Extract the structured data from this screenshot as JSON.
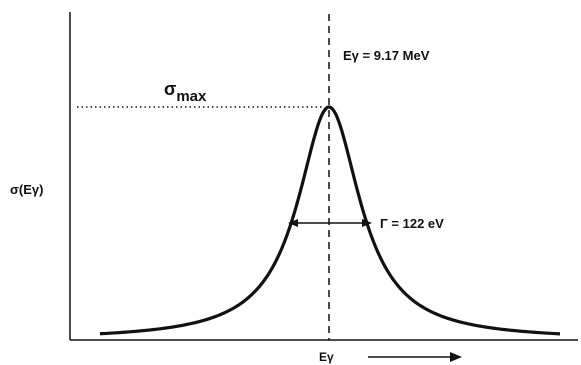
{
  "chart_data": {
    "type": "line",
    "xlabel": "Eγ",
    "ylabel": "σ(Eγ)",
    "series": [
      {
        "name": "",
        "shape": "lorentzian",
        "peak_label": "σmax"
      }
    ],
    "annotations": {
      "peak_energy": "Eγ = 9.17 MeV",
      "width": "Γ = 122 eV",
      "peak_base": "σ",
      "peak_sub": "max"
    },
    "grid": false
  },
  "colors": {
    "ink": "#111111",
    "background": "#ffffff"
  }
}
